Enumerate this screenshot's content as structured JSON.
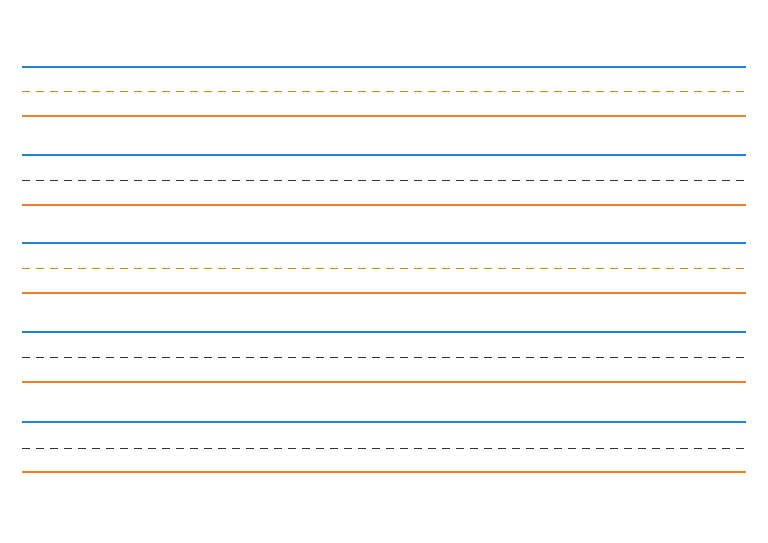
{
  "colors": {
    "top_line": "#1f83d6",
    "bottom_line": "#f57c20",
    "dash_orange": "#c98a1a",
    "dash_dark": "#333333"
  },
  "rows": [
    {
      "row": 1,
      "midline_color": "#c98a1a"
    },
    {
      "row": 2,
      "midline_color": "#333333"
    },
    {
      "row": 3,
      "midline_color": "#c98a1a"
    },
    {
      "row": 4,
      "midline_color": "#333333"
    },
    {
      "row": 5,
      "midline_color": "#333333"
    }
  ]
}
